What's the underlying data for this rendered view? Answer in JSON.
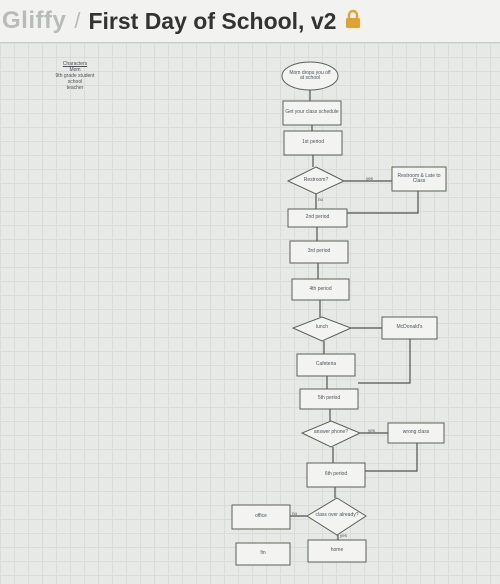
{
  "header": {
    "brand": "Gliffy",
    "separator": "/",
    "title": "First Day of School, v2",
    "lock_icon": "lock-icon",
    "lock_color": "#e0a32e"
  },
  "legend": {
    "heading": "Characters",
    "items": [
      "Mom",
      "9th grade student",
      "school",
      "teacher"
    ]
  },
  "nodes": {
    "start": "Mom drops you off at school",
    "schedule": "Get your class schedule",
    "p1": "1st period",
    "restroom_q": "Restroom?",
    "restroom": "Restroom & Late to Class",
    "p2": "2nd period",
    "p3": "3rd period",
    "p4": "4th period",
    "lunch": "lunch",
    "mcdonalds": "McDonald's",
    "p5": "Cafeteria",
    "p5b": "5th period",
    "phone_q": "answer phone?",
    "wrong_class": "wrong class",
    "p6": "6th period",
    "class_over_q": "class over already?",
    "office": "office",
    "home": "home",
    "fin": "fin"
  },
  "edges": {
    "yes": "yes",
    "no": "no"
  }
}
